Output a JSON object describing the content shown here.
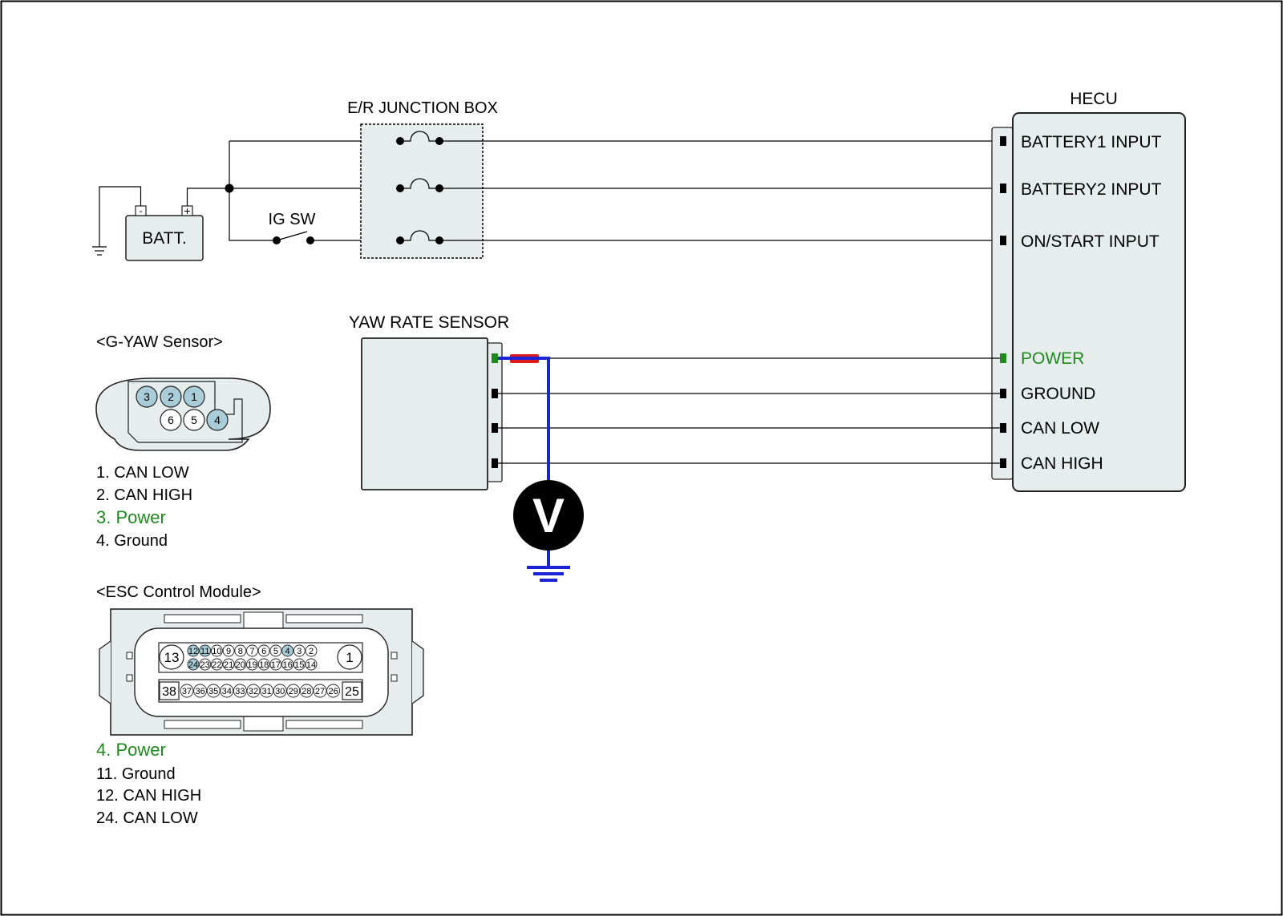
{
  "junction_box": {
    "label": "E/R JUNCTION BOX"
  },
  "battery": {
    "label": "BATT.",
    "minus": "-",
    "plus": "+"
  },
  "ig_switch": {
    "label": "IG SW"
  },
  "hecu": {
    "label": "HECU",
    "pins": [
      "BATTERY1 INPUT",
      "BATTERY2 INPUT",
      "ON/START INPUT",
      "POWER",
      "GROUND",
      "CAN LOW",
      "CAN HIGH"
    ]
  },
  "yaw_sensor": {
    "label": "YAW RATE SENSOR"
  },
  "meter": {
    "label": "V"
  },
  "gyaw_connector": {
    "title": "<G-YAW Sensor>",
    "pins_top": [
      "3",
      "2",
      "1"
    ],
    "pins_bottom": [
      "6",
      "5",
      "4"
    ],
    "legend": [
      "1. CAN LOW",
      "2. CAN HIGH",
      "3. Power",
      "4. Ground"
    ]
  },
  "esc_connector": {
    "title": "<ESC Control Module>",
    "big_pins": [
      "13",
      "1",
      "38",
      "25"
    ],
    "row1": [
      "12",
      "11",
      "10",
      "9",
      "8",
      "7",
      "6",
      "5",
      "4",
      "3",
      "2"
    ],
    "row2": [
      "24",
      "23",
      "22",
      "21",
      "20",
      "19",
      "18",
      "17",
      "16",
      "15",
      "14"
    ],
    "row3": [
      "37",
      "36",
      "35",
      "34",
      "33",
      "32",
      "31",
      "30",
      "29",
      "28",
      "27",
      "26"
    ],
    "legend": [
      "4. Power",
      "11. Ground",
      "12. CAN HIGH",
      "24. CAN LOW"
    ]
  },
  "colors": {
    "power_green": "#1e8a1e",
    "probe_blue": "#1a24d6",
    "probe_red": "#e01b1b",
    "pin_highlight": "#a8ccd8",
    "box_fill": "#e6edec"
  }
}
